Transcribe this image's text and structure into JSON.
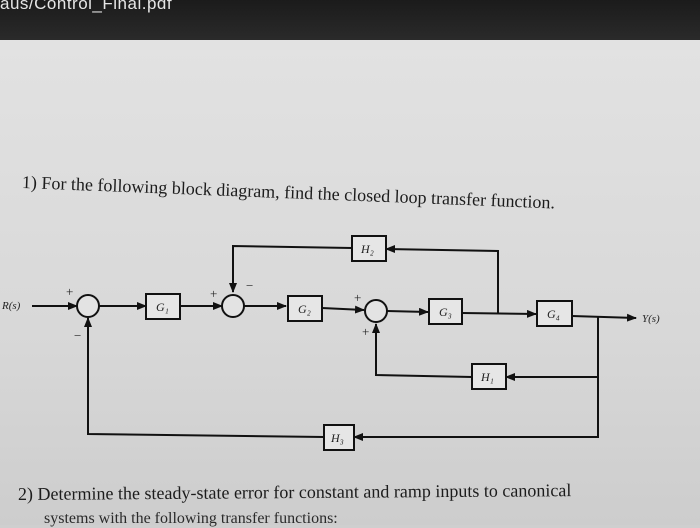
{
  "header": {
    "file_title": "aus/Control_Final.pdf"
  },
  "questions": {
    "q1": "1)  For the following block diagram, find the closed loop transfer function.",
    "q2": "2)  Determine the steady-state error for constant and ramp inputs to canonical",
    "q2_continuation": "systems with the following transfer functions:"
  },
  "diagram": {
    "input_label": "R(s)",
    "output_label": "Y(s)",
    "blocks": {
      "g1": "G₁",
      "g2": "G₂",
      "g3": "G₃",
      "g4": "G₄",
      "h1": "H₁",
      "h2": "H₂",
      "h3": "H₃"
    },
    "signs": {
      "s1_top": "+",
      "s1_bottom": "−",
      "s2_top": "+",
      "s2_right": "−",
      "s3_top": "+",
      "s3_bottom": "+"
    }
  }
}
